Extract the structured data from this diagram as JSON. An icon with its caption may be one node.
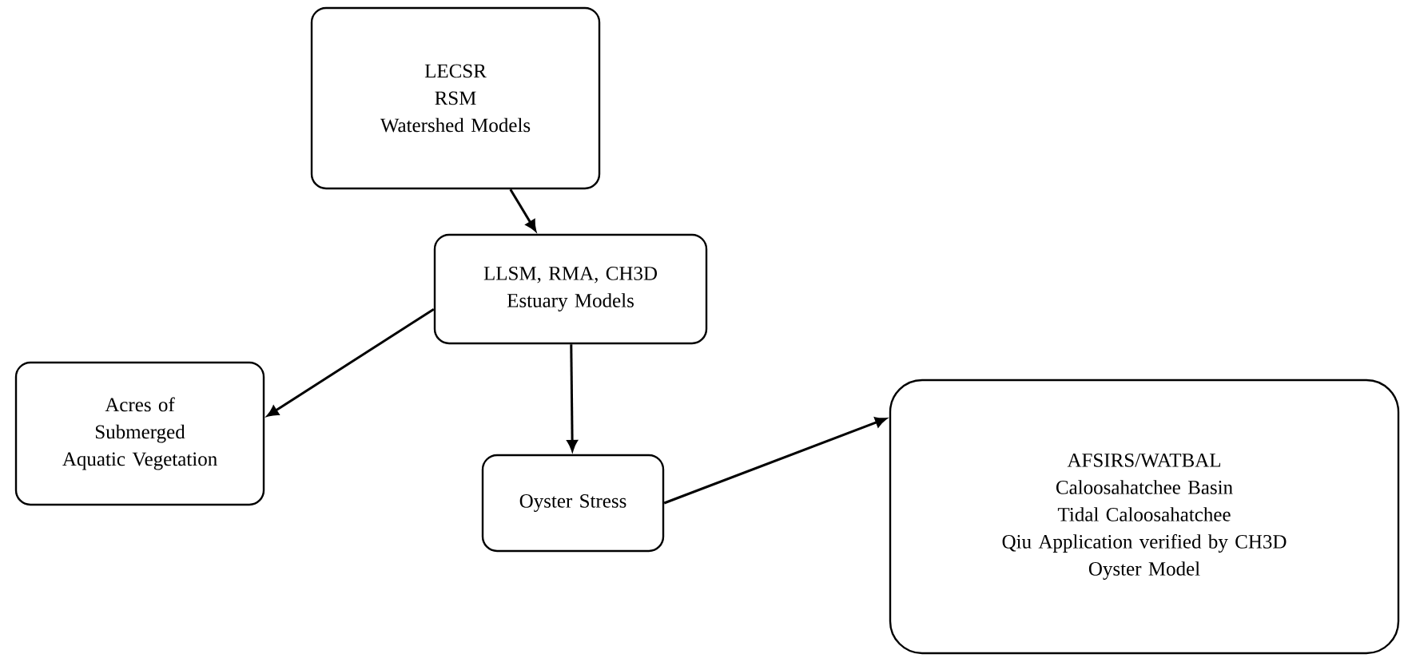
{
  "diagram": {
    "nodes": [
      {
        "text": [
          "LECSR",
          "RSM",
          "Watershed Models"
        ]
      },
      {
        "text": [
          "LLSM, RMA, CH3D",
          "Estuary Models"
        ]
      },
      {
        "text": [
          "Acres of Submerged Aquatic Vegetation"
        ]
      },
      {
        "text": [
          "Oyster Stress"
        ]
      },
      {
        "text": [
          "AFSIRS/WATBAL",
          "Caloosahatchee Basin",
          "Tidal Caloosahatchee",
          "Qiu Application verified by CH3D",
          "Oyster Model"
        ]
      }
    ],
    "edges": [
      {
        "from": 0,
        "to": 1,
        "arrow": "to"
      },
      {
        "from": 1,
        "to": 2,
        "arrow": "to"
      },
      {
        "from": 1,
        "to": 3,
        "arrow": "to"
      },
      {
        "from": 3,
        "to": 4,
        "arrow": "to"
      }
    ]
  }
}
